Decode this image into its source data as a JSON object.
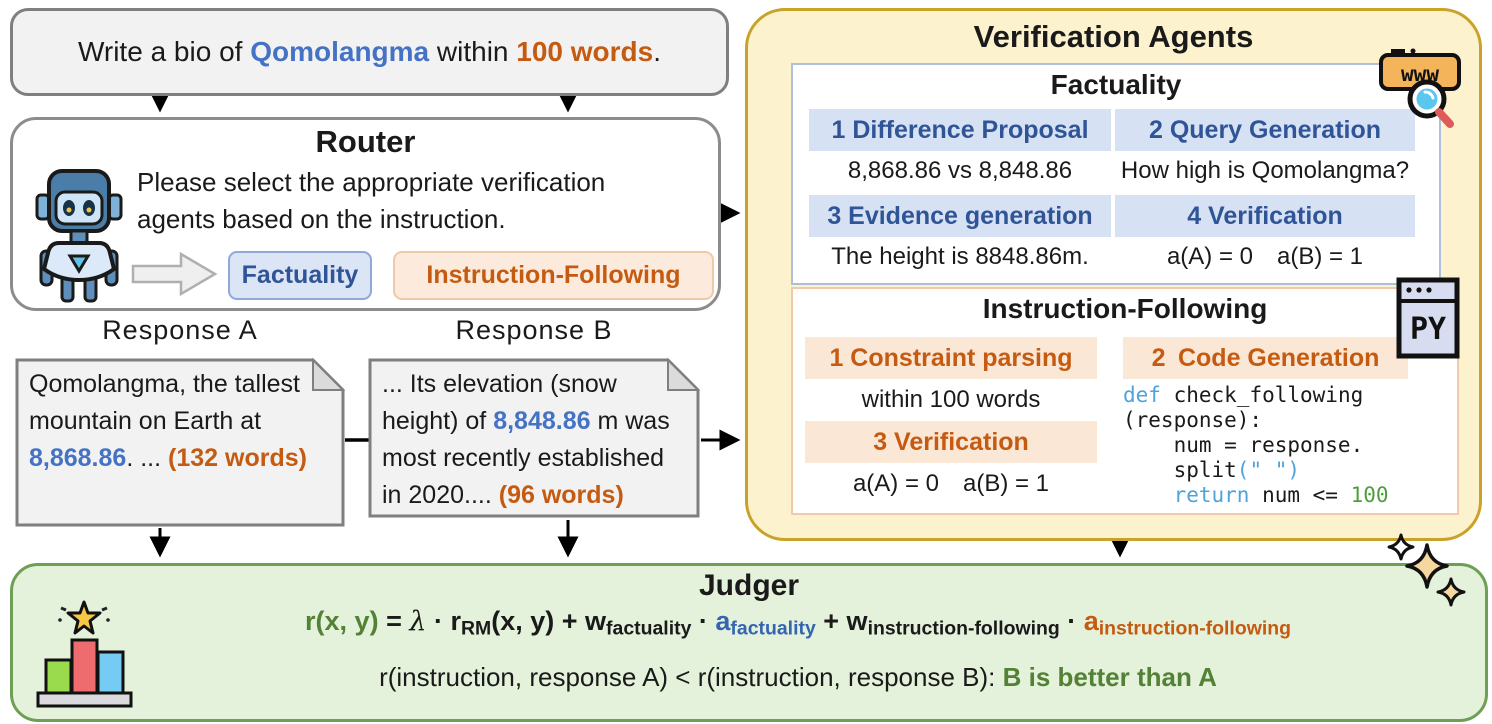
{
  "instruction": {
    "prefix": "Write a bio of ",
    "subject": "Qomolangma",
    "middle": " within ",
    "constraint": "100 words",
    "suffix": "."
  },
  "router": {
    "title": "Router",
    "description": "Please select the appropriate verification agents based on the instruction.",
    "tags": [
      {
        "label": "Factuality"
      },
      {
        "label": "Instruction-Following"
      }
    ]
  },
  "responses": {
    "a": {
      "label": "Response A",
      "text_before": "Qomolangma, the tallest mountain on Earth at ",
      "highlight": "8,868.86",
      "text_after": ". ... ",
      "word_count": "(132 words)"
    },
    "b": {
      "label": "Response B",
      "text_before": "... Its elevation (snow height) of ",
      "highlight": "8,848.86",
      "text_after": " m was most recently established in 2020.... ",
      "word_count": "(96 words)"
    }
  },
  "verification": {
    "title": "Verification Agents",
    "factuality": {
      "title": "Factuality",
      "steps": [
        {
          "header": "1 Difference Proposal",
          "value": "8,868.86 vs 8,848.86"
        },
        {
          "header": "2 Query Generation",
          "value": "How high is Qomolangma?"
        },
        {
          "header": "3 Evidence generation",
          "value": "The height is 8848.86m."
        },
        {
          "header": "4 Verification",
          "value": "a(A) = 0  a(B) = 1"
        }
      ]
    },
    "instruction_following": {
      "title": "Instruction-Following",
      "left_steps": [
        {
          "header": "1 Constraint parsing",
          "value": "within 100 words"
        },
        {
          "header": "3 Verification",
          "value": "a(A) = 0  a(B) = 1"
        }
      ],
      "code_header": "2 Code Generation",
      "code_lines": [
        [
          "def",
          " check_following"
        ],
        [
          "(response):"
        ],
        [
          "    num = response."
        ],
        [
          "    split",
          "(\" \")"
        ],
        [
          "    return",
          " num <= ",
          "100"
        ]
      ]
    }
  },
  "judger": {
    "title": "Judger",
    "formula": {
      "lhs": "r(x, y)",
      "eq": " = ",
      "lam": "λ",
      "dot": " · ",
      "r_base": "r",
      "r_sub": "RM",
      "r_args": "(x, y)",
      "plus": " + ",
      "w_base": "w",
      "w1_sub": "factuality",
      "a_base": "a",
      "a1_sub": "factuality",
      "w2_sub": "instruction-following",
      "a2_sub": "instruction-following"
    },
    "comparison": {
      "prefix": "r(instruction, response A) < r(instruction, response B): ",
      "conclusion": "B is better than A"
    }
  },
  "icons": {
    "www_label": "www",
    "py_label": "PY"
  },
  "colors": {
    "highlight_blue": "#4472C4",
    "header_blue": "#2F5597",
    "accent_orange": "#C55A11",
    "accent_green": "#538135",
    "yellow_panel": "#FCF2CE",
    "yellow_border": "#C9A22A",
    "green_panel": "#E4F1DB",
    "green_border": "#6E9F55"
  }
}
